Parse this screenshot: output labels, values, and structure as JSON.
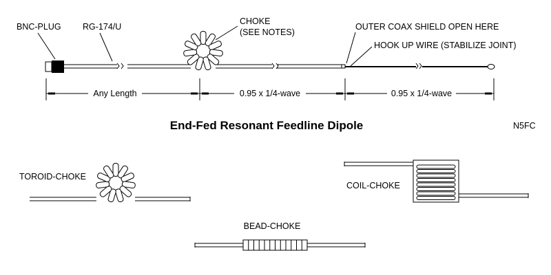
{
  "title": "End-Fed Resonant Feedline Dipole",
  "author": "N5FC",
  "labels": {
    "bnc_plug": "BNC-PLUG",
    "rg174": "RG-174/U",
    "choke_line1": "CHOKE",
    "choke_line2": "(SEE NOTES)",
    "outer_shield": "OUTER COAX SHIELD OPEN HERE",
    "hookup_wire": "HOOK UP WIRE (STABILIZE JOINT)",
    "toroid_choke": "TOROID-CHOKE",
    "coil_choke": "COIL-CHOKE",
    "bead_choke": "BEAD-CHOKE"
  },
  "dimensions": {
    "any_length": "Any Length",
    "quarter_wave_1": "0.95 x 1/4-wave",
    "quarter_wave_2": "0.95 x 1/4-wave"
  },
  "colors": {
    "ink": "#000000",
    "background": "#ffffff"
  }
}
